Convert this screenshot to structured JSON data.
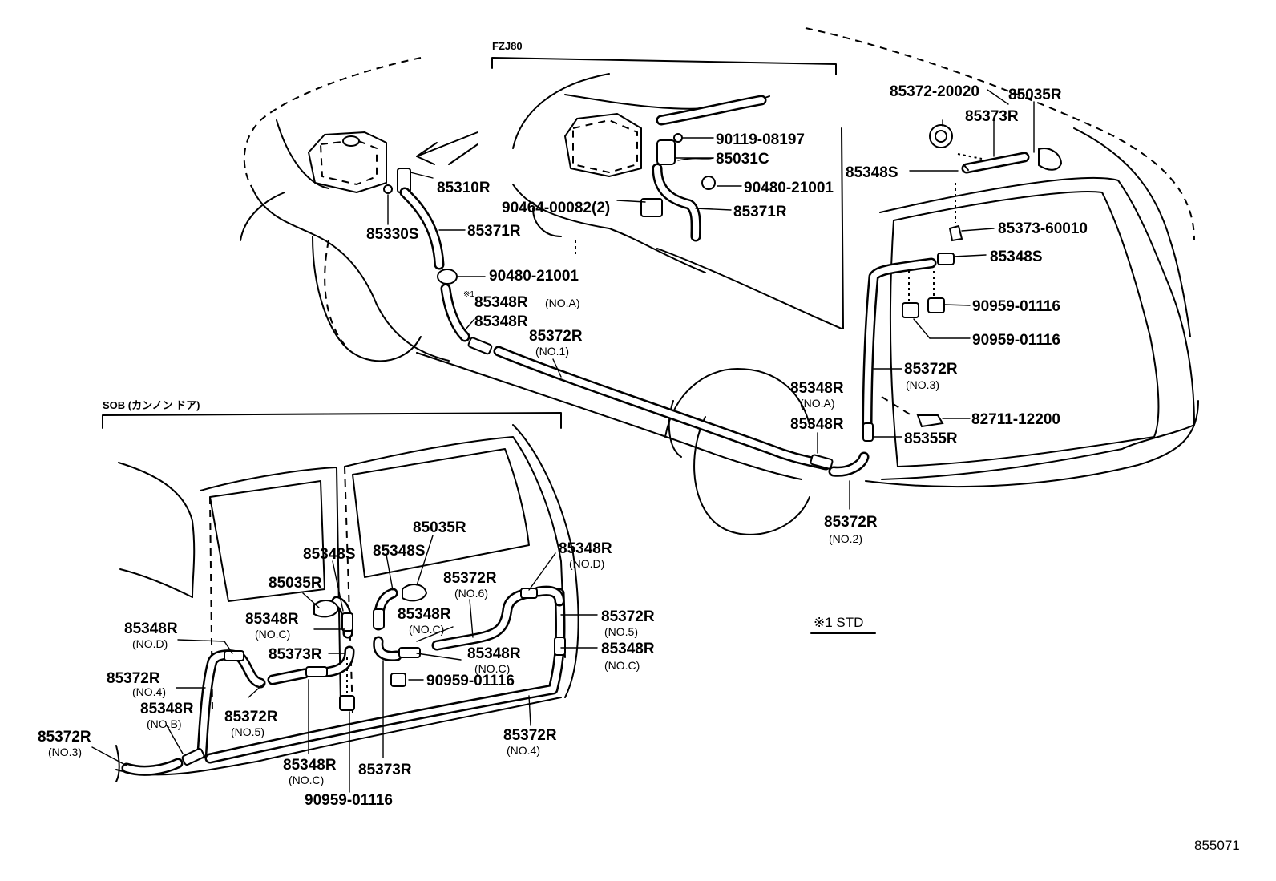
{
  "headers": {
    "fz180": "FZJ80",
    "sob": "SOB (カンノン ドア)",
    "std": "※1 STD"
  },
  "marks": {
    "x1": "※1"
  },
  "diagram_ref": "855071",
  "labels": {
    "p85310R": "85310R",
    "p85330S": "85330S",
    "p85371R_a": "85371R",
    "p90480_a": "90480-21001",
    "p85348R_noA": "85348R",
    "noA_1": "(NO.A)",
    "p85348R_b": "85348R",
    "p85372R_no1": "85372R",
    "no1": "(NO.1)",
    "p90119": "90119-08197",
    "p85031C": "85031C",
    "p90480_b": "90480-21001",
    "p90464": "90464-00082(2)",
    "p85371R_b": "85371R",
    "p85372_20020": "85372-20020",
    "p85035R_a": "85035R",
    "p85373R_a": "85373R",
    "p85348S_a": "85348S",
    "p85373_60010": "85373-60010",
    "p85348S_b": "85348S",
    "p90959_a": "90959-01116",
    "p90959_b": "90959-01116",
    "p85348R_c": "85348R",
    "noA_2": "(NO.A)",
    "p85348R_d": "85348R",
    "p85372R_no3": "85372R",
    "no3_a": "(NO.3)",
    "p82711": "82711-12200",
    "p85355R": "85355R",
    "p85372R_no2": "85372R",
    "no2": "(NO.2)",
    "s_85035R_a": "85035R",
    "s_85348S_a": "85348S",
    "s_85348S_b": "85348S",
    "s_85035R_b": "85035R",
    "s_85372R_no6": "85372R",
    "no6": "(NO.6)",
    "s_85348R_noD_r": "85348R",
    "noD_r": "(NO.D)",
    "s_85348R_noC_a": "85348R",
    "noC_a": "(NO.C)",
    "s_85348R_noC_b": "85348R",
    "noC_b": "(NO.C)",
    "s_85372R_no5_r": "85372R",
    "no5_r": "(NO.5)",
    "s_85348R_noC_r": "85348R",
    "noC_r": "(NO.C)",
    "s_85348R_noD_l": "85348R",
    "noD_l": "(NO.D)",
    "s_85373R_a": "85373R",
    "s_85348R_noC_c": "85348R",
    "noC_c": "(NO.C)",
    "s_90959": "90959-01116",
    "s_85372R_no4_l": "85372R",
    "no4_l": "(NO.4)",
    "s_85348R_noB": "85348R",
    "noB": "(NO.B)",
    "s_85372R_no5_l": "85372R",
    "no5_l": "(NO.5)",
    "s_85372R_no3": "85372R",
    "no3_b": "(NO.3)",
    "s_85348R_noC_d": "85348R",
    "noC_d": "(NO.C)",
    "s_85373R_b": "85373R",
    "s_85372R_no4_r": "85372R",
    "no4_r": "(NO.4)",
    "s_90959_b": "90959-01116"
  }
}
